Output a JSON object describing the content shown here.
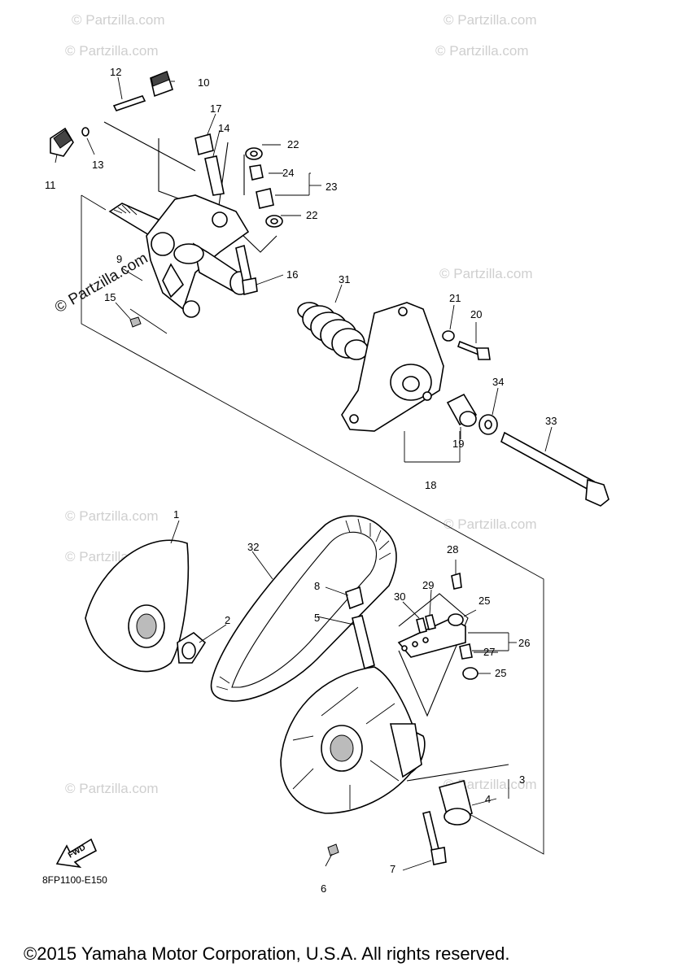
{
  "watermarks": [
    "© Partzilla.com",
    "© Partzilla.com",
    "© Partzilla.com",
    "© Partzilla.com",
    "© Partzilla.com",
    "© Partzilla.com",
    "© Partzilla.com",
    "© Partzilla.com",
    "© Partzilla.com",
    "© Partzilla.com"
  ],
  "watermark_main": "© Partzilla.com",
  "part_labels": [
    "1",
    "2",
    "3",
    "4",
    "5",
    "6",
    "7",
    "8",
    "9",
    "10",
    "11",
    "12",
    "13",
    "14",
    "15",
    "16",
    "17",
    "18",
    "19",
    "20",
    "21",
    "22",
    "22",
    "23",
    "24",
    "25",
    "25",
    "26",
    "27",
    "28",
    "29",
    "30",
    "31",
    "32",
    "33",
    "34"
  ],
  "fwd_label": "FWD",
  "diagram_code": "8FP1100-E150",
  "copyright": "©2015 Yamaha Motor Corporation, U.S.A. All rights reserved."
}
